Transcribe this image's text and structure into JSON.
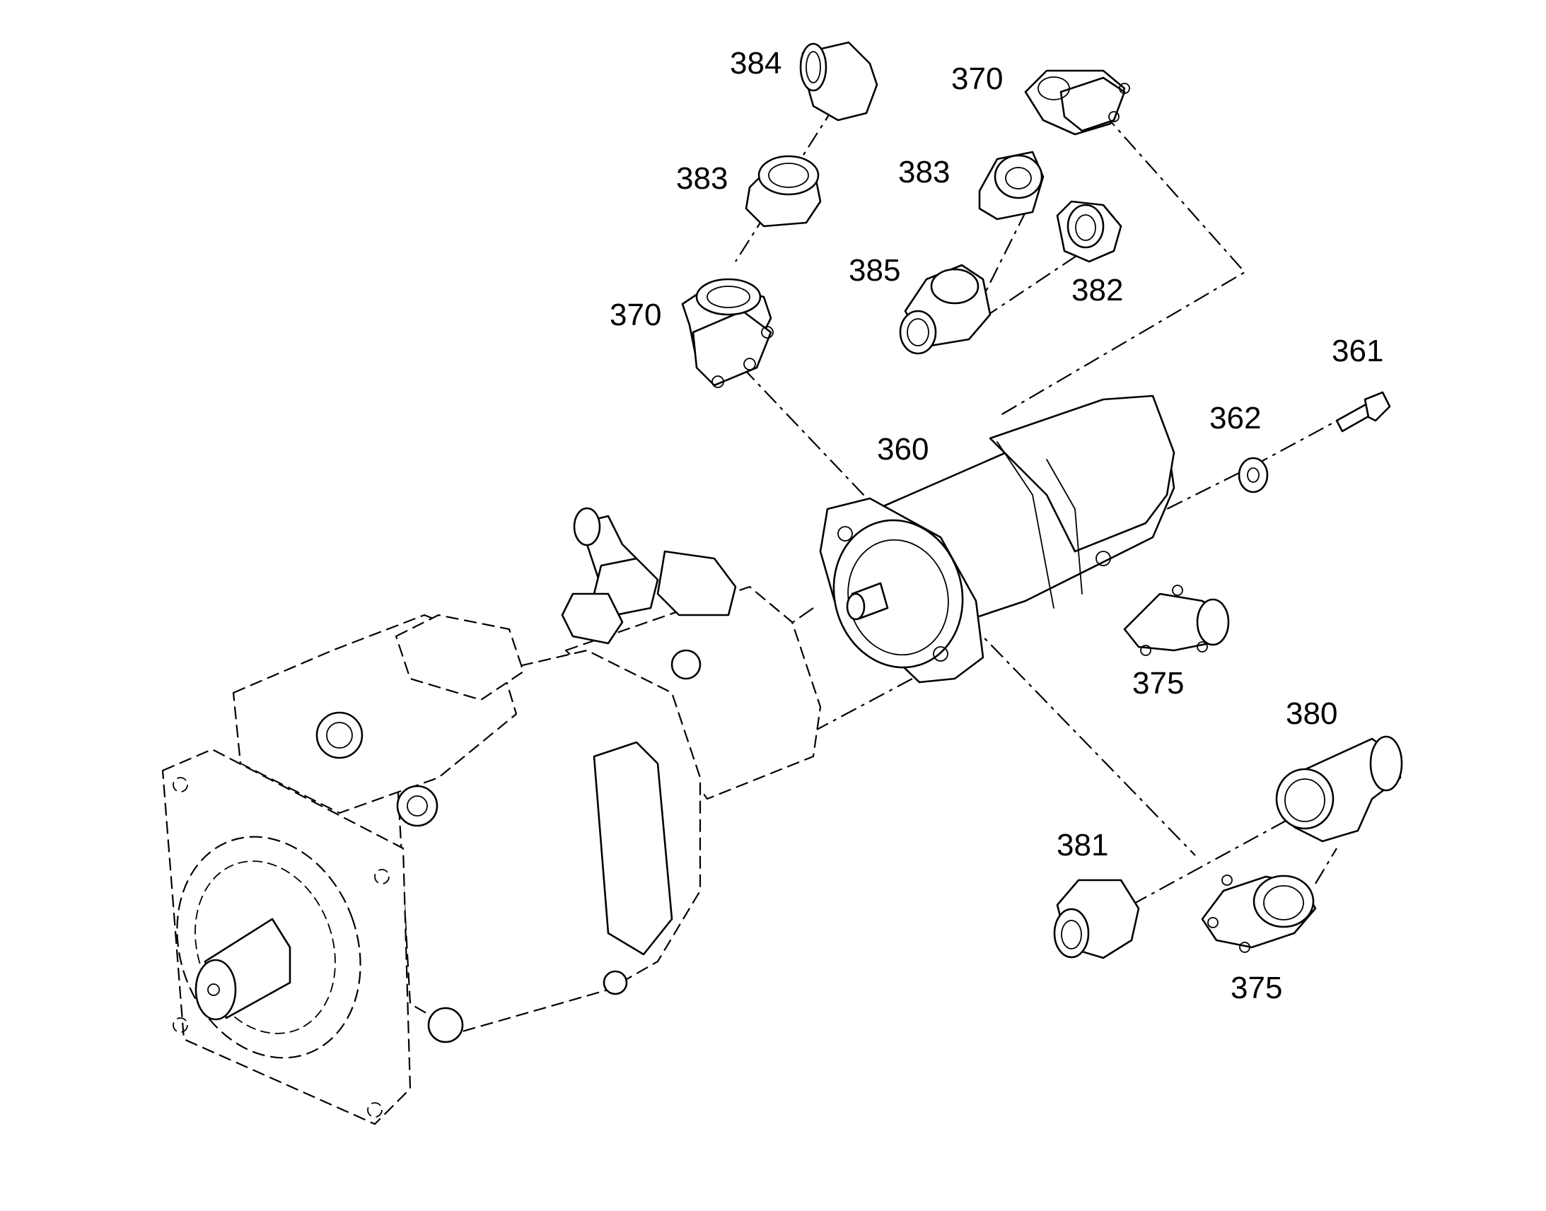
{
  "labels": [
    {
      "id": "c384",
      "text": "384"
    },
    {
      "id": "c383a",
      "text": "383"
    },
    {
      "id": "c370a",
      "text": "370"
    },
    {
      "id": "c370b",
      "text": "370"
    },
    {
      "id": "c383b",
      "text": "383"
    },
    {
      "id": "c385",
      "text": "385"
    },
    {
      "id": "c382",
      "text": "382"
    },
    {
      "id": "c361",
      "text": "361"
    },
    {
      "id": "c362",
      "text": "362"
    },
    {
      "id": "c360",
      "text": "360"
    },
    {
      "id": "c375a",
      "text": "375"
    },
    {
      "id": "c380",
      "text": "380"
    },
    {
      "id": "c381",
      "text": "381"
    },
    {
      "id": "c375b",
      "text": "375"
    }
  ]
}
